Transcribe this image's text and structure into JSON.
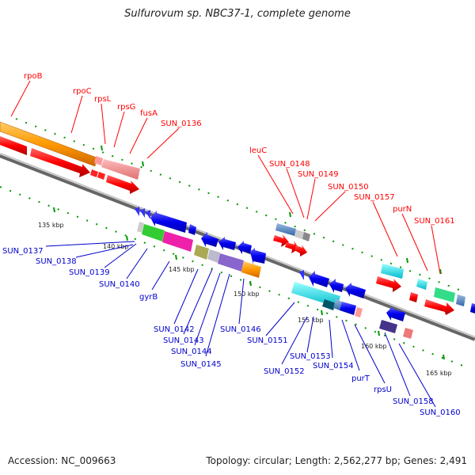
{
  "title": "Sulfurovum sp. NBC37-1, complete genome",
  "footer": {
    "accession": "Accession: NC_009663",
    "summary": "Topology: circular; Length: 2,562,277 bp; Genes: 2,491"
  },
  "colors": {
    "forward_label": "#ff0000",
    "reverse_label": "#0000cc",
    "backbone": "#888888",
    "tick": "#009900"
  },
  "ticks": [
    "135 kbp",
    "140 kbp",
    "145 kbp",
    "150 kbp",
    "155 kbp",
    "160 kbp",
    "165 kbp"
  ],
  "forward_labels": [
    "rpoB",
    "rpoC",
    "rpsL",
    "rpsG",
    "fusA",
    "SUN_0136",
    "leuC",
    "SUN_0148",
    "SUN_0149",
    "SUN_0150",
    "SUN_0157",
    "purN",
    "SUN_0161"
  ],
  "reverse_labels": [
    "SUN_0137",
    "SUN_0138",
    "SUN_0139",
    "SUN_0140",
    "gyrB",
    "SUN_0142",
    "SUN_0143",
    "SUN_0144",
    "SUN_0145",
    "SUN_0146",
    "SUN_0151",
    "SUN_0152",
    "SUN_0153",
    "SUN_0154",
    "purT",
    "rpsU",
    "SUN_0158",
    "SUN_0160"
  ]
}
